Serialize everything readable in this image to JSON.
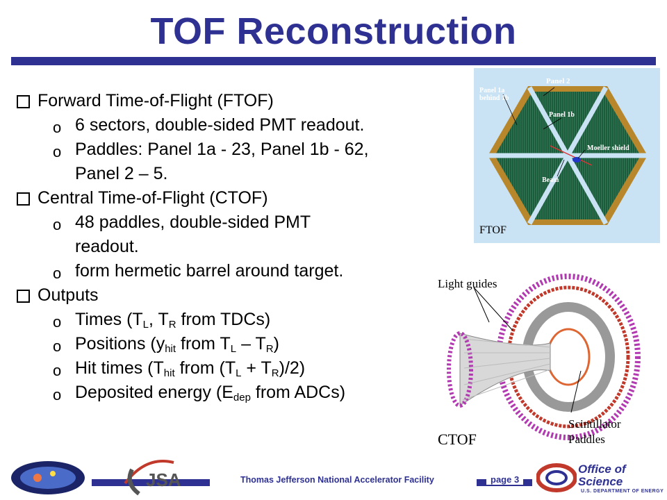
{
  "title": "TOF Reconstruction",
  "bullets": [
    {
      "text": "Forward Time-of-Flight (FTOF)",
      "subs": [
        {
          "parts": [
            "6 sectors, double-sided PMT readout."
          ]
        },
        {
          "parts": [
            "Paddles: Panel 1a - 23, Panel 1b - 62,"
          ],
          "cont": "Panel 2 – 5."
        }
      ]
    },
    {
      "text": "Central Time-of-Flight (CTOF)",
      "subs": [
        {
          "parts": [
            "48 paddles, double-sided PMT"
          ],
          "cont": "readout."
        },
        {
          "parts": [
            "form hermetic barrel around target."
          ]
        }
      ]
    },
    {
      "text": "Outputs",
      "subs": [
        {
          "parts": [
            "Times (T",
            "L",
            ", T",
            "R",
            " from TDCs)"
          ]
        },
        {
          "parts": [
            "Positions (y",
            "hit",
            " from T",
            "L",
            " – T",
            "R",
            ")"
          ]
        },
        {
          "parts": [
            "Hit times (T",
            "hit",
            " from (T",
            "L",
            " + T",
            "R",
            ")/2)"
          ]
        },
        {
          "parts": [
            "Deposited energy (E",
            "dep",
            " from ADCs)"
          ]
        }
      ]
    }
  ],
  "ftof_figure": {
    "labels": {
      "panel2": "Panel 2",
      "panel1a": "Panel 1a",
      "behind": "behind 1b",
      "panel1b": "Panel 1b",
      "moeller": "Moeller shield",
      "beam": "Beam",
      "caption": "FTOF"
    }
  },
  "ctof_figure": {
    "labels": {
      "light_guides": "Light guides",
      "scint1": "Scintillator",
      "scint2": "Paddles",
      "caption": "CTOF"
    }
  },
  "footer": {
    "lab_name": "Thomas Jefferson National Accelerator Facility",
    "page": "page 3",
    "jsa": "JSA",
    "doe_line1": "Office of",
    "doe_line2": "Science",
    "doe_line3": "U.S. DEPARTMENT OF ENERGY"
  },
  "colors": {
    "title_blue": "#2e3192",
    "ftof_bg": "#c9e3f5",
    "ftof_green": "#1e5a3c",
    "ftof_orange": "#b8862b",
    "ctof_magenta": "#b23ab0"
  }
}
